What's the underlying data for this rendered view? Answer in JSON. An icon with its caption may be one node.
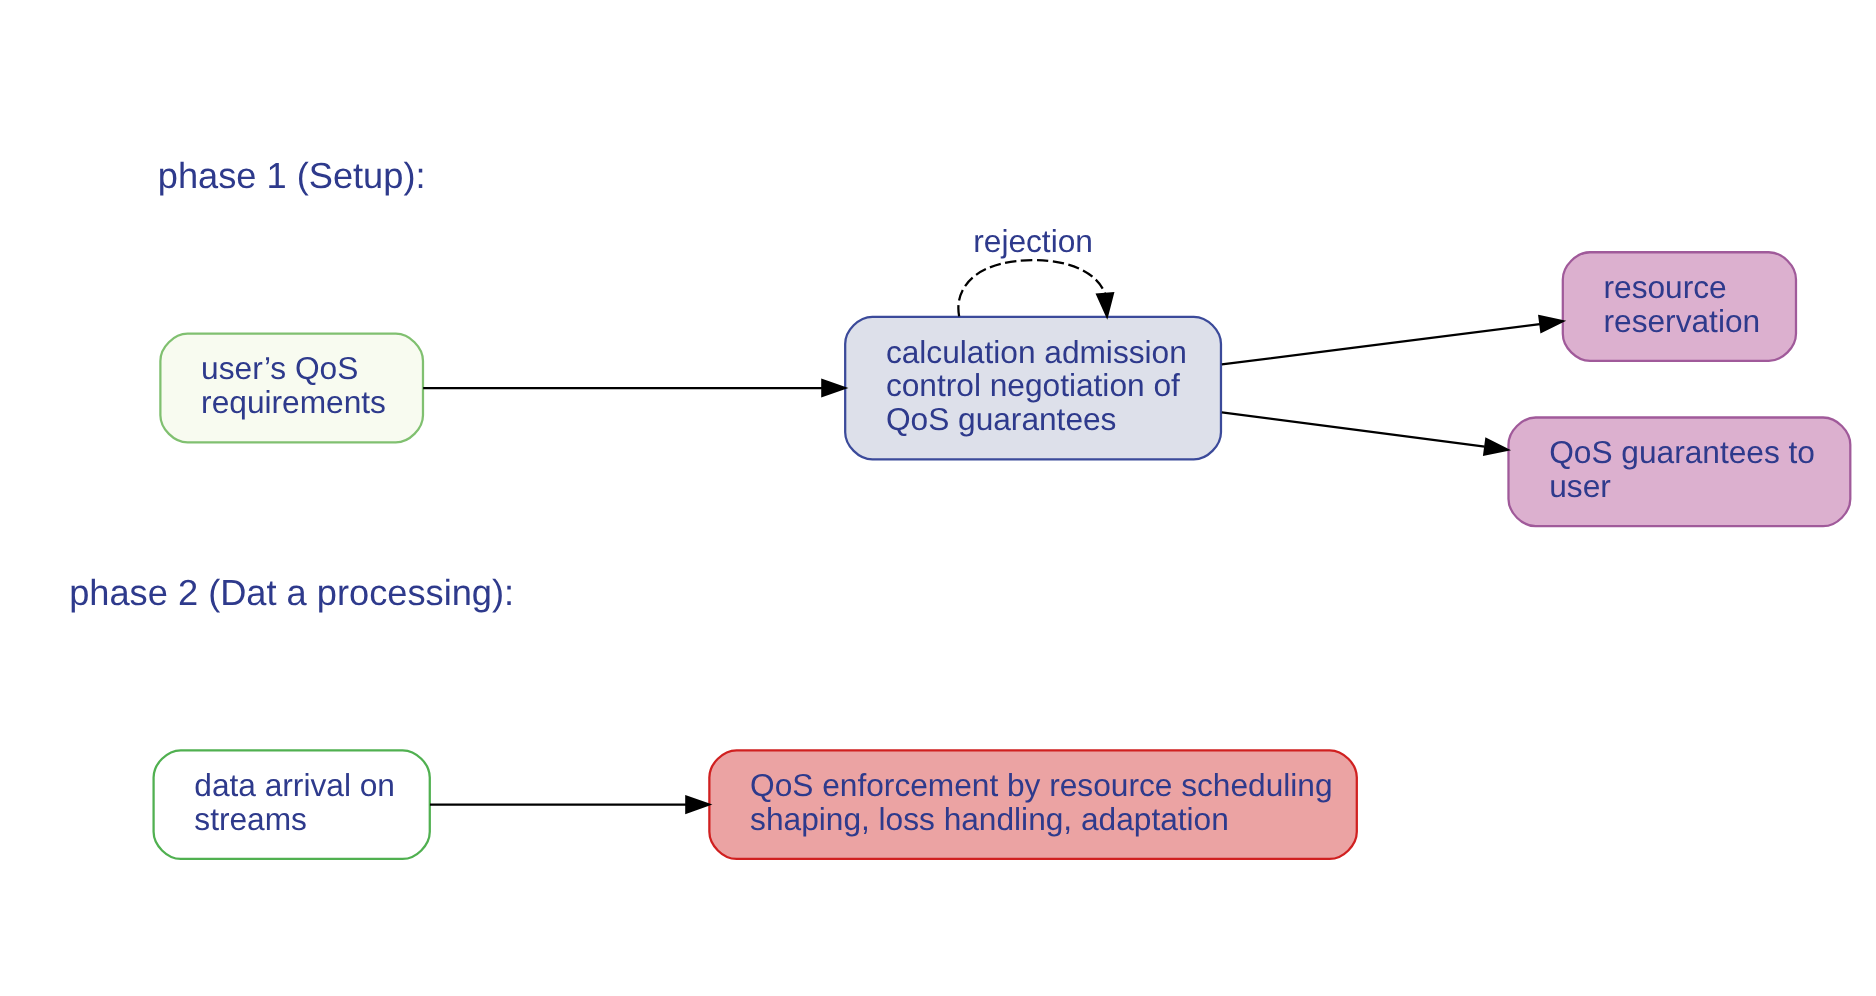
{
  "diagram": {
    "nodes": [
      {
        "text": [
          "user’s QoS requirements"
        ]
      },
      {
        "text": [
          "calculation admission control negotiation of QoS guarantees"
        ]
      },
      {
        "text": [
          "resource reservation"
        ]
      },
      {
        "text": [
          "QoS guarantees to user"
        ]
      },
      {
        "text": [
          "data arrival on streams"
        ]
      },
      {
        "text": [
          "QoS enforcement by resource scheduling shaping, loss handling, adaptation"
        ]
      }
    ],
    "edges": [
      {
        "from": 0,
        "to": 1,
        "arrow": "to"
      },
      {
        "from": 1,
        "to": 1,
        "arrow": "to",
        "label": "rejection",
        "style": "dashed"
      },
      {
        "from": 1,
        "to": 2,
        "arrow": "to"
      },
      {
        "from": 1,
        "to": 3,
        "arrow": "to"
      },
      {
        "from": 4,
        "to": 5,
        "arrow": "to"
      }
    ],
    "labels": [
      "phase 1 (Setup):",
      "phase 2 (Dat a processing):"
    ]
  }
}
